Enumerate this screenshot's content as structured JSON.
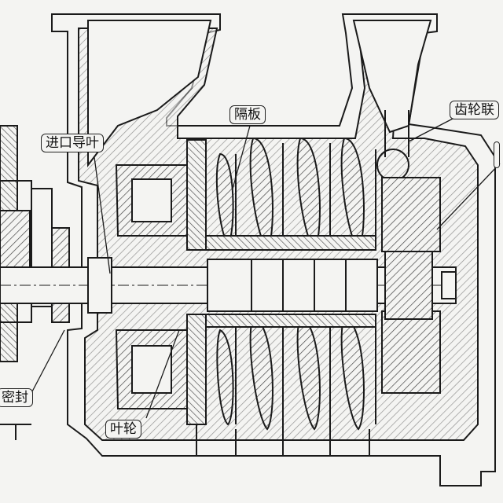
{
  "labels": {
    "inlet_guide_vane": "进口导叶",
    "partition_plate": "隔板",
    "gear_label": "齿轮联",
    "seal": "密封",
    "impeller": "叶轮"
  },
  "colors": {
    "line": "#1a1a1a",
    "paper": "#f4f4f2",
    "hatch": "#444444"
  }
}
